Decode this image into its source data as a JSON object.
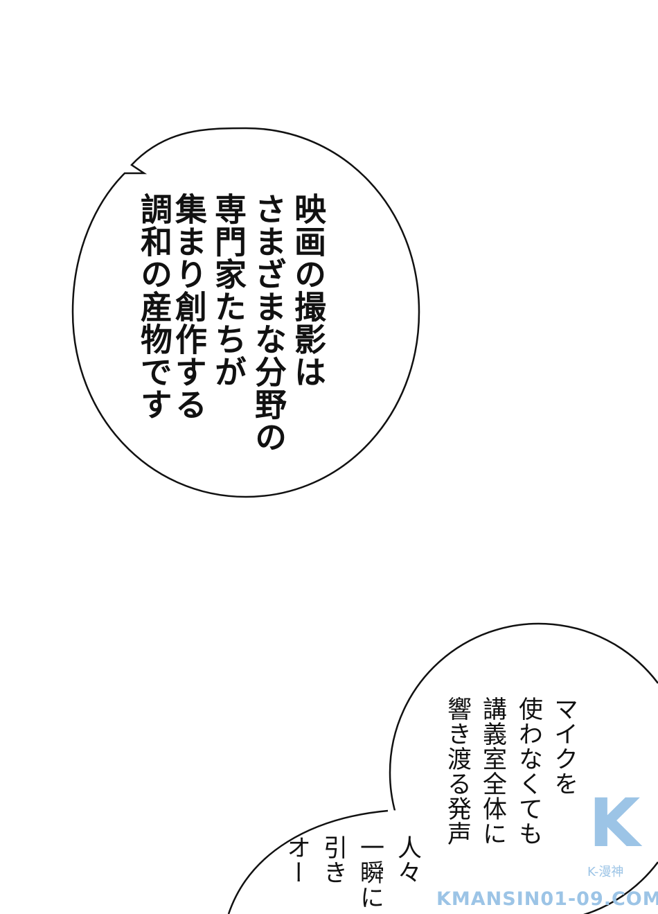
{
  "bubble_top": {
    "lines": [
      "映画の撮影は",
      "さまざまな分野の",
      "専門家たちが",
      "集まり創作する",
      "調和の産物です"
    ]
  },
  "bubble_right": {
    "lines": [
      "マイクを",
      "使わなくても",
      "講義室全体に",
      "響き渡る発声"
    ]
  },
  "bubble_bottom": {
    "lines": [
      "人々",
      "一瞬に",
      "引き",
      "オー"
    ]
  },
  "watermark": {
    "logo": "K",
    "name": "K-漫神",
    "site": "KMANSIN01-09.COM"
  },
  "colors": {
    "ink": "#111111",
    "watermark": "#9cc4e6"
  }
}
